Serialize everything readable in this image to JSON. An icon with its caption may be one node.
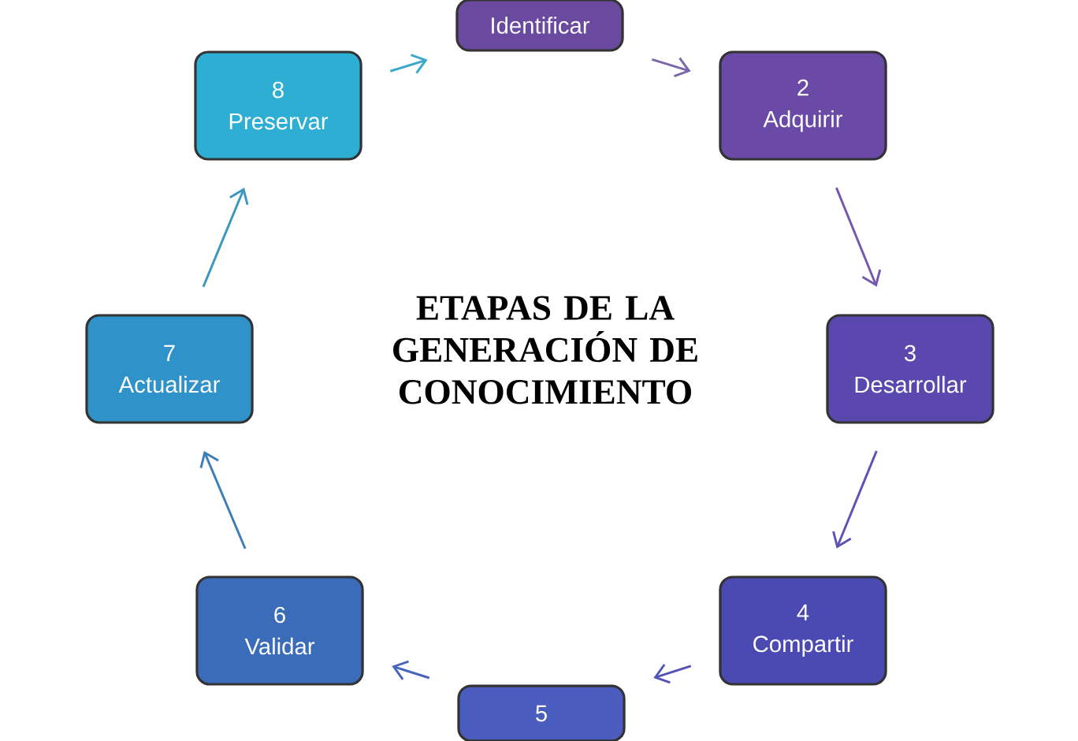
{
  "diagram": {
    "title": "ETAPAS DE LA GENERACIÓN DE CONOCIMIENTO",
    "nodes": [
      {
        "text": [
          "Identificar"
        ]
      },
      {
        "text": [
          "2",
          "Adquirir"
        ]
      },
      {
        "text": [
          "3",
          "Desarrollar"
        ]
      },
      {
        "text": [
          "4",
          "Compartir"
        ]
      },
      {
        "text": [
          "5"
        ]
      },
      {
        "text": [
          "6",
          "Validar"
        ]
      },
      {
        "text": [
          "7",
          "Actualizar"
        ]
      },
      {
        "text": [
          "8",
          "Preservar"
        ]
      }
    ],
    "edges": [
      {
        "from": 0,
        "to": 1,
        "arrow": "to",
        "color": "#7b66a8"
      },
      {
        "from": 1,
        "to": 2,
        "arrow": "to",
        "color": "#7458ae"
      },
      {
        "from": 2,
        "to": 3,
        "arrow": "to",
        "color": "#5e52b6"
      },
      {
        "from": 3,
        "to": 4,
        "arrow": "to",
        "color": "#5252b8"
      },
      {
        "from": 4,
        "to": 5,
        "arrow": "to",
        "color": "#4a66bc"
      },
      {
        "from": 5,
        "to": 6,
        "arrow": "to",
        "color": "#3e7eb8"
      },
      {
        "from": 6,
        "to": 7,
        "arrow": "to",
        "color": "#3a98c0"
      },
      {
        "from": 7,
        "to": 0,
        "arrow": "to",
        "color": "#3aa8c8"
      }
    ]
  }
}
